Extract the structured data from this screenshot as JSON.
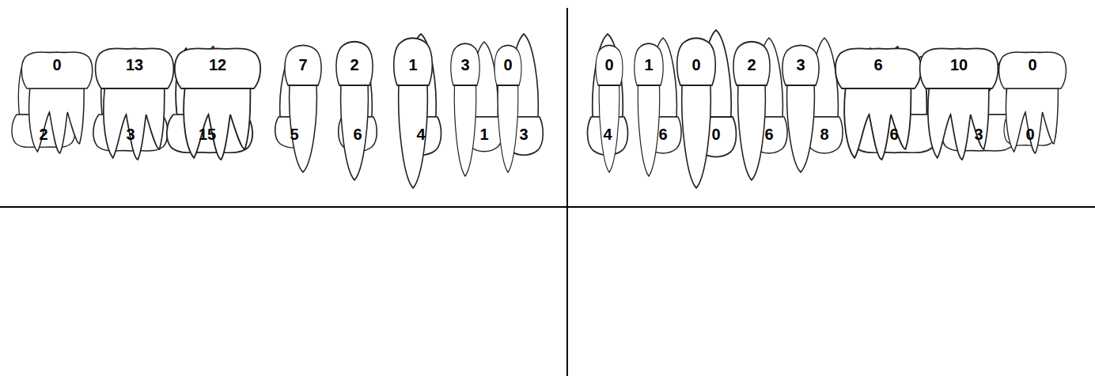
{
  "diagram": {
    "labels": [
      "2",
      "3",
      "15",
      "5",
      "6",
      "4",
      "1",
      "3",
      "4",
      "6",
      "0",
      "6",
      "8",
      "6",
      "3",
      "0",
      "0",
      "13",
      "12",
      "7",
      "2",
      "1",
      "3",
      "0",
      "0",
      "1",
      "0",
      "2",
      "3",
      "6",
      "10",
      "0"
    ]
  }
}
